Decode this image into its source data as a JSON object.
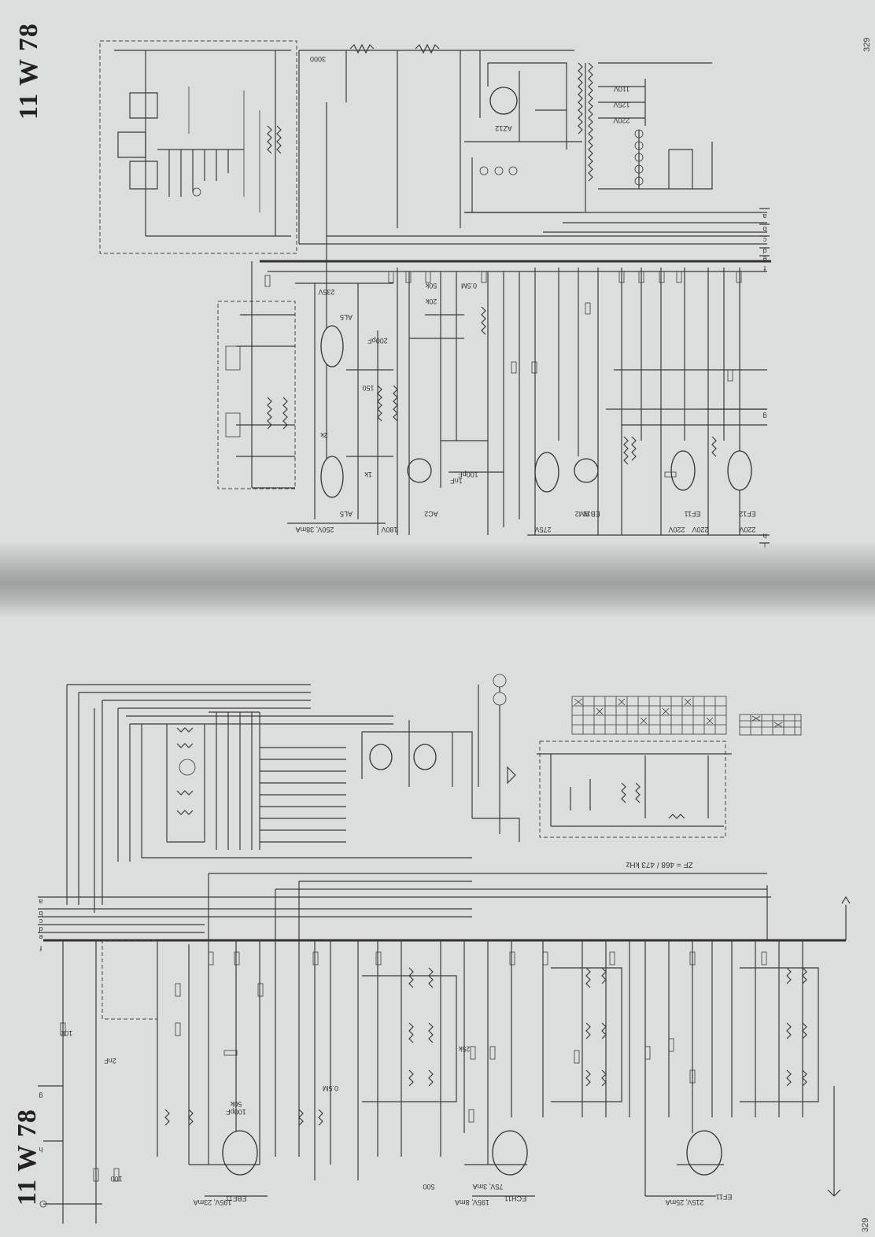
{
  "page": {
    "title_top": "11 W 78",
    "title_bottom": "11 W 78",
    "page_number_top": "329",
    "page_number_bottom": "329"
  },
  "upper_schematic": {
    "tubes": [
      "AL5",
      "AL5",
      "AC2",
      "AM2",
      "EB11",
      "EF11",
      "EF12",
      "AZ12"
    ],
    "values": [
      "250V, 38mA",
      "235V",
      "180V",
      "275V",
      "220V",
      "220V",
      "220V",
      "3000",
      "200pF",
      "100pF",
      "1nF",
      "50k",
      "0.5M",
      "20k",
      "150",
      "1k",
      "2k",
      "110V",
      "125V",
      "220V"
    ],
    "bus_labels": [
      "a",
      "b",
      "c",
      "d",
      "e",
      "f",
      "g",
      "h",
      "i"
    ]
  },
  "lower_schematic": {
    "tubes": [
      "EBF11",
      "ECH11",
      "EF11"
    ],
    "values": [
      "195V, 23mA",
      "195V, 8mA",
      "215V, 25mA",
      "ZF = 468 / 473 kHz",
      "75V, 3mA",
      "500",
      "50k",
      "0.5M",
      "100pF",
      "2nF",
      "10k",
      "100",
      "25k"
    ],
    "frequency_label": "ZF = 468 / 473 kHz",
    "bus_labels": [
      "a",
      "b",
      "c",
      "d",
      "e",
      "f",
      "g",
      "h"
    ]
  },
  "colors": {
    "paper": "#dcdddd",
    "ink": "#333333",
    "fold": "#9fa0a0"
  }
}
